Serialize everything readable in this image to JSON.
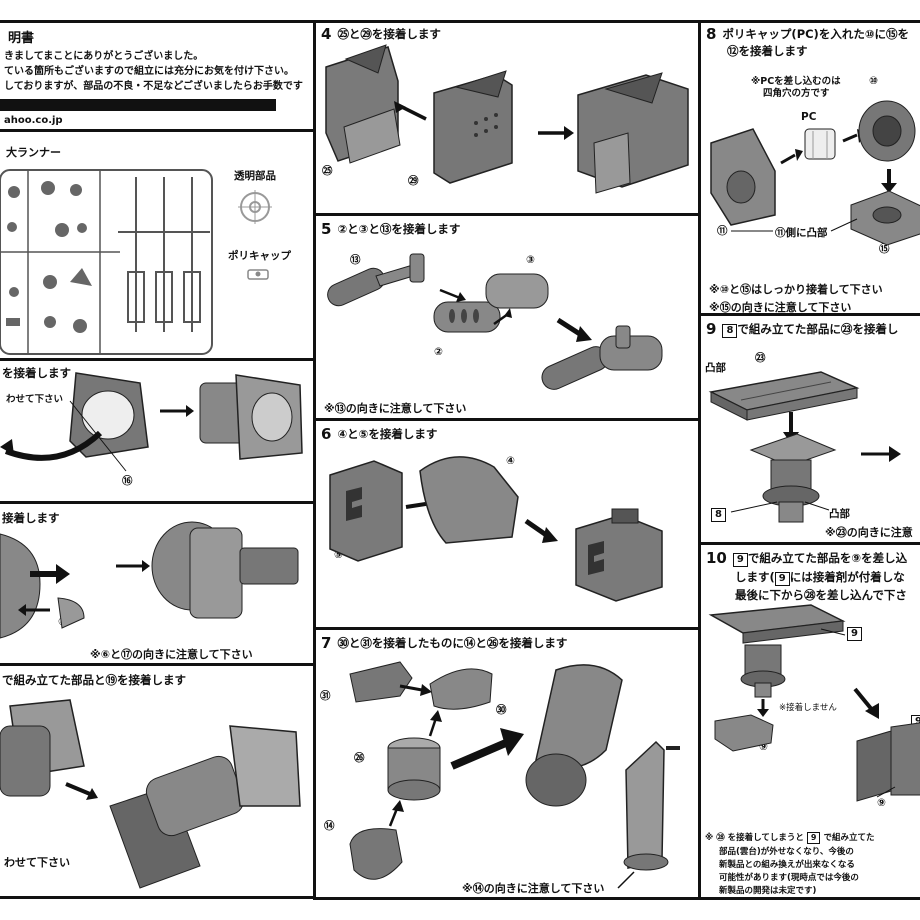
{
  "header": {
    "title_fragment": "明書",
    "lines": [
      "きましてまことにありがとうございました。",
      "ている箇所もございますので組立には充分にお気を付け下さい。",
      "しておりますが、部品の不良・不足などございましたらお手数です"
    ],
    "url_fragment": "ahoo.co.jp"
  },
  "runner": {
    "title_fragment": "大ランナー",
    "clear_parts_label": "透明部品",
    "polycap_label": "ポリキャップ"
  },
  "steps": {
    "s1": {
      "title_fragment": "を接着します",
      "side_note": "わせて下さい",
      "part": "⑯"
    },
    "s2": {
      "title_fragment": "接着します",
      "part": "⑧",
      "note": "※⑥と⑰の向きに注意して下さい"
    },
    "s3": {
      "title_fragment": "で組み立てた部品と⑲を接着します",
      "bottom_note": "わせて下さい"
    },
    "s4": {
      "num": "4",
      "title": "㉕と㉙を接着します",
      "parts": [
        "㉕",
        "㉙"
      ]
    },
    "s5": {
      "num": "5",
      "title": "②と③と⑬を接着します",
      "parts": [
        "⑬",
        "③",
        "②"
      ],
      "note": "※⑬の向きに注意して下さい"
    },
    "s6": {
      "num": "6",
      "title": "④と⑤を接着します",
      "parts": [
        "④",
        "⑤"
      ]
    },
    "s7": {
      "num": "7",
      "title": "㉚と㉛を接着したものに⑭と㉖を接着します",
      "parts": [
        "㉛",
        "㉚",
        "㉖",
        "⑭",
        "㉚",
        "㉖",
        "⑭"
      ],
      "note": "※⑭の向きに注意して下さい"
    },
    "s8": {
      "num": "8",
      "title_line1": "ポリキャップ(PC)を入れた⑩に⑮を",
      "title_line2": "⑫を接着します",
      "pc_note_line1": "※PCを差し込むのは",
      "pc_note_line2": "四角穴の方です",
      "pc_label": "PC",
      "parts": [
        "⑩",
        "⑪",
        "⑮"
      ],
      "convex_note": "⑪側に凸部",
      "note1": "※⑩と⑮はしっかり接着して下さい",
      "note2": "※⑮の向きに注意して下さい"
    },
    "s9": {
      "num": "9",
      "title_box": "8",
      "title_rest": "で組み立てた部品に㉓を接着し",
      "convex_top": "凸部",
      "part": "㉓",
      "box_label": "8",
      "convex_bottom": "凸部",
      "note": "※㉓の向きに注意"
    },
    "s10": {
      "num": "10",
      "title_box": "9",
      "title_rest1": "で組み立てた部品を⑨を差し込",
      "title_line2_a": "します(",
      "title_line2_box": "9",
      "title_line2_b": "には接着剤が付着しな",
      "title_line3": "最後に下から㉘を差し込んで下さ",
      "box_label": "9",
      "no_glue": "※接着しません",
      "part": "⑨",
      "part2": "⑨",
      "box_label2": "9",
      "footnote_lines": [
        "※ ㉘ を接着してしまうと",
        "部品(雲台)が外せなくなり、今後の",
        "新製品との組み換えが出来なくなる",
        "可能性があります(現時点では今後の",
        "新製品の開発は未定です)"
      ],
      "footnote_box": "9",
      "footnote_tail": "で組み立てた"
    }
  }
}
